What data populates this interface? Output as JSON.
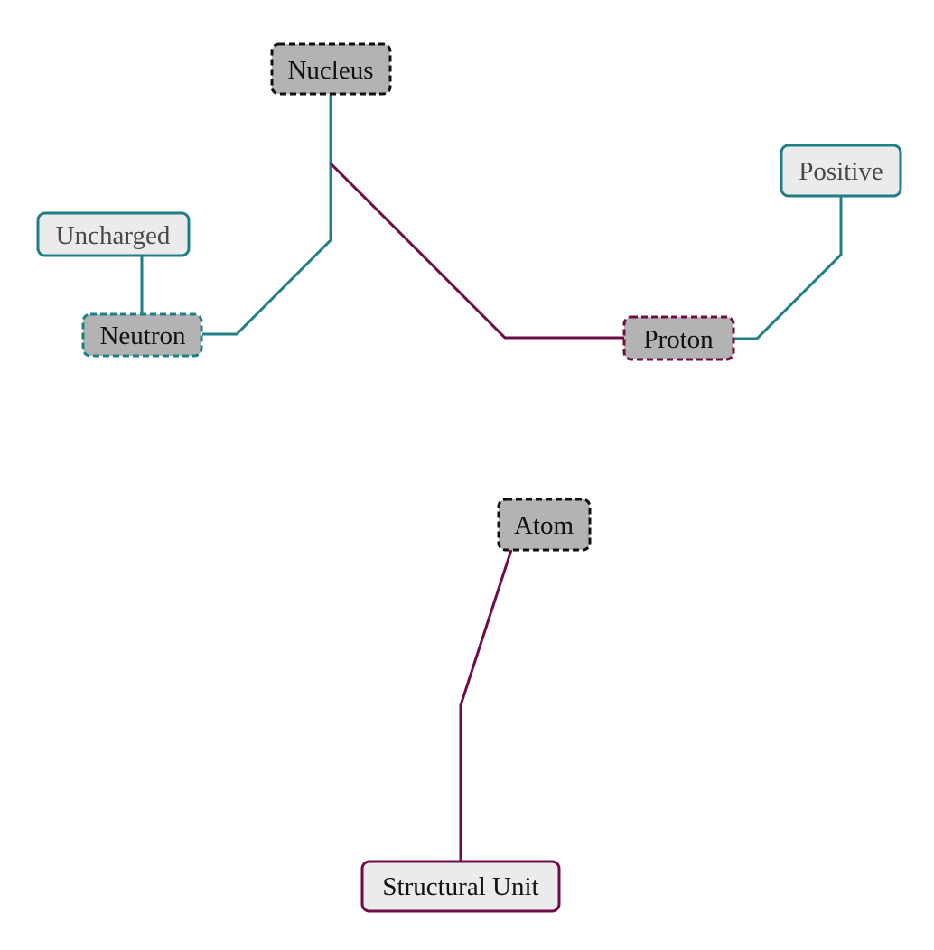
{
  "diagram": {
    "colors": {
      "teal": "#1f7f86",
      "maroon": "#6e0c45",
      "black": "#111111",
      "gray_fill": "#b3b3b3",
      "light_fill": "#ebebeb",
      "dark_text": "#111111",
      "muted_text": "#4a4a4a"
    },
    "nodes": {
      "nucleus": {
        "label": "Nucleus"
      },
      "uncharged": {
        "label": "Uncharged"
      },
      "neutron": {
        "label": "Neutron"
      },
      "positive": {
        "label": "Positive"
      },
      "proton": {
        "label": "Proton"
      },
      "atom": {
        "label": "Atom"
      },
      "structural_unit": {
        "label": "Structural Unit"
      }
    }
  }
}
